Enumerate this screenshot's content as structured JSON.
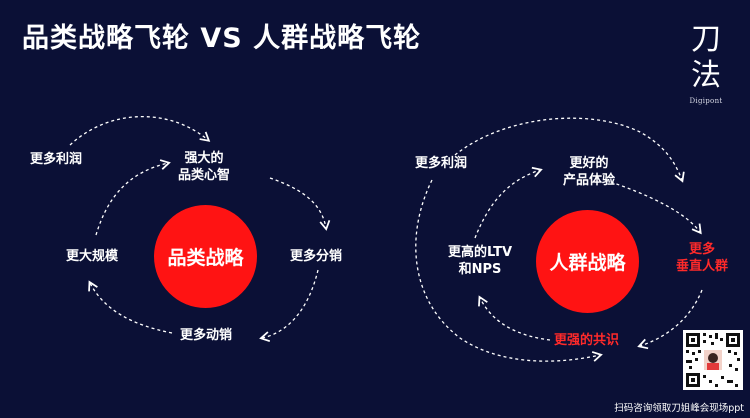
{
  "title": "品类战略飞轮 VS 人群战略飞轮",
  "brand": {
    "line1": "刀",
    "line2": "法",
    "line3": "Digipont"
  },
  "left": {
    "center": "品类战略",
    "labels": [
      "更多利润",
      "强大的\n品类心智",
      "更多分销",
      "更多动销",
      "更大规模"
    ]
  },
  "right": {
    "center": "人群战略",
    "labels": [
      "更多利润",
      "更好的\n产品体验",
      "更多\n垂直人群",
      "更强的共识",
      "更高的LTV\n和NPS"
    ]
  },
  "footer": "扫码咨询领取刀姐峰会现场ppt",
  "colors": {
    "background": "#0b1036",
    "accent": "#ff1313",
    "text": "#ffffff"
  }
}
